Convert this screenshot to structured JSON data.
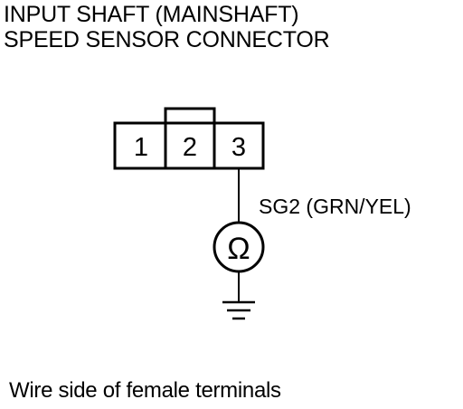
{
  "title": {
    "line1": "INPUT SHAFT (MAINSHAFT)",
    "line2": "SPEED SENSOR CONNECTOR"
  },
  "connector": {
    "terminals": [
      "1",
      "2",
      "3"
    ]
  },
  "wire": {
    "label": "SG2 (GRN/YEL)"
  },
  "meter": {
    "symbol": "Ω",
    "icon": "ohmmeter-icon"
  },
  "ground": {
    "icon": "ground-icon"
  },
  "caption": "Wire side of female terminals"
}
